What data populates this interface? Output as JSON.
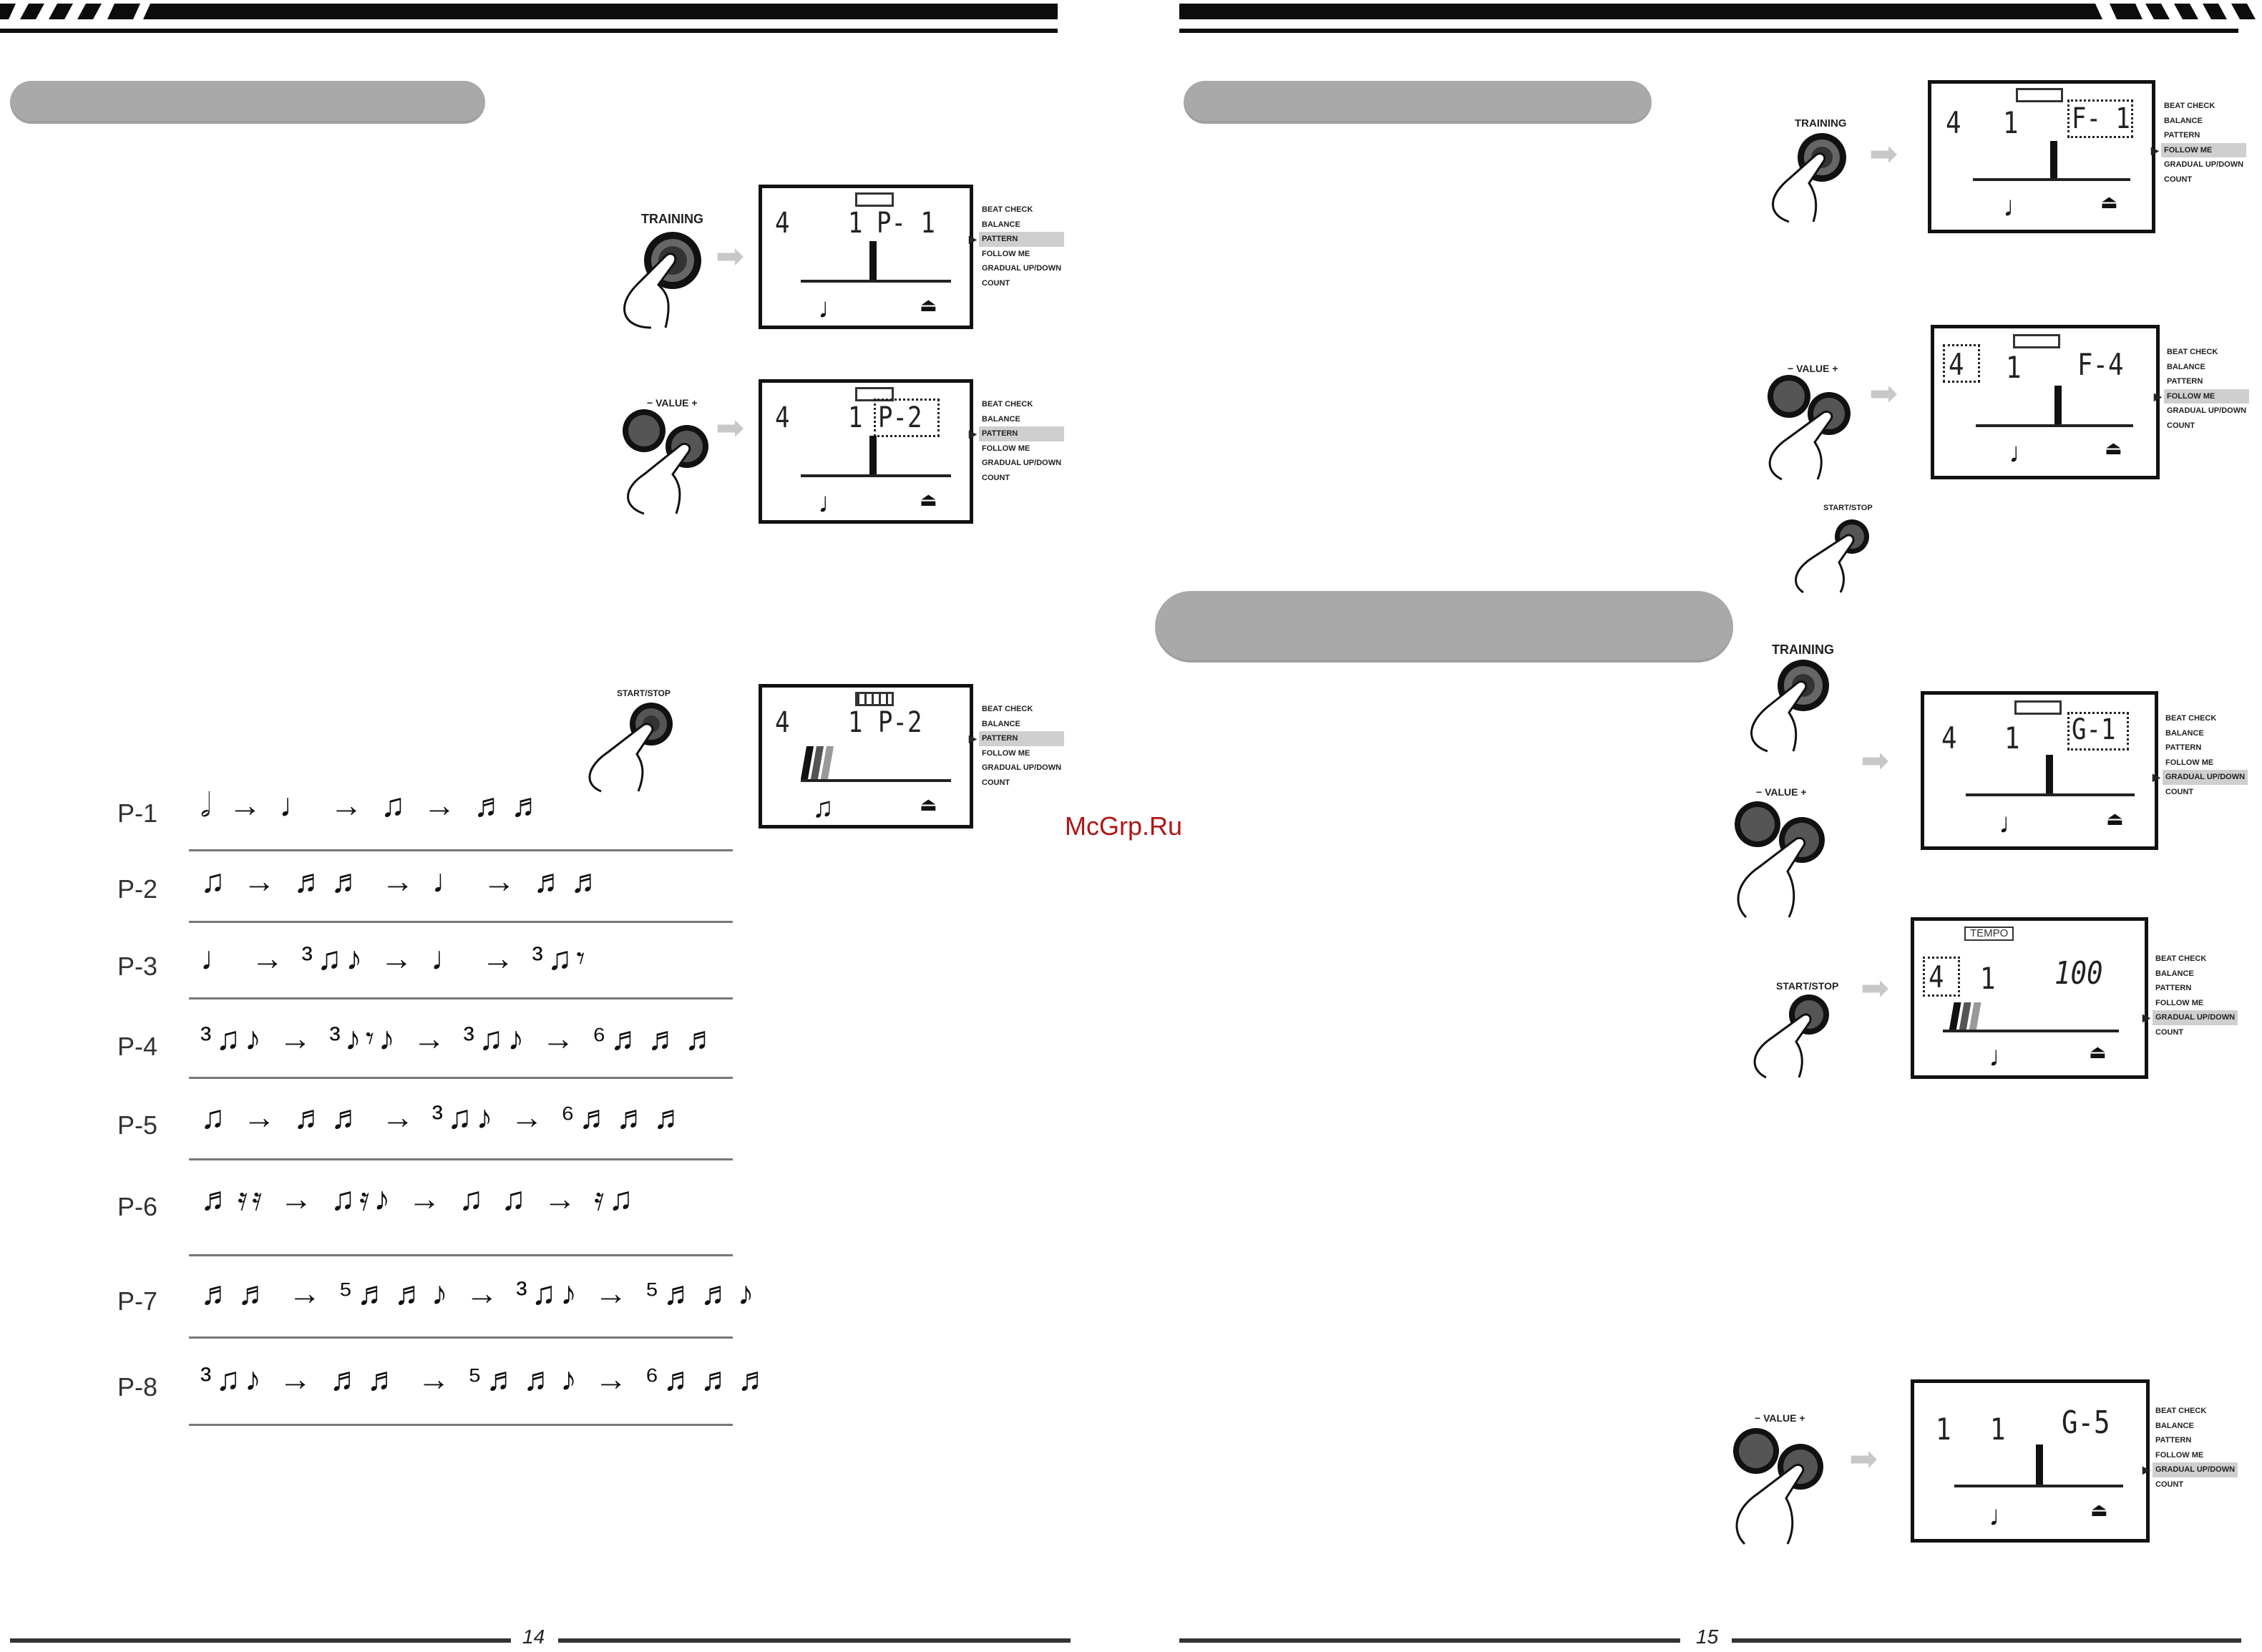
{
  "watermark": "McGrp.Ru",
  "pages": {
    "left_number": "14",
    "right_number": "15"
  },
  "menu_items": [
    "BEAT CHECK",
    "BALANCE",
    "PATTERN",
    "FOLLOW ME",
    "GRADUAL UP/DOWN",
    "COUNT"
  ],
  "buttons": {
    "training": "TRAINING",
    "value": "− VALUE +",
    "start_stop": "START/STOP"
  },
  "left_displays": [
    {
      "meter": "4",
      "beat": "1",
      "value": "P- 1",
      "selected_menu": "PATTERN"
    },
    {
      "meter": "4",
      "beat": "1",
      "value": "P-2",
      "selected_menu": "PATTERN"
    },
    {
      "meter": "4",
      "beat": "1",
      "value": "P-2",
      "selected_menu": "PATTERN"
    }
  ],
  "right_displays": [
    {
      "meter": "4",
      "beat": "1",
      "value": "F- 1",
      "selected_menu": "FOLLOW ME"
    },
    {
      "meter": "4",
      "beat": "1",
      "value": "F-4",
      "selected_menu": "FOLLOW ME"
    },
    {
      "meter": "4",
      "beat": "1",
      "value": "G-1",
      "selected_menu": "GRADUAL UP/DOWN"
    },
    {
      "meter": "4",
      "beat": "1",
      "value": "100",
      "tempo_label": "TEMPO",
      "selected_menu": "GRADUAL UP/DOWN"
    },
    {
      "meter": "1",
      "beat": "1",
      "value": "G-5",
      "selected_menu": "GRADUAL UP/DOWN"
    }
  ],
  "patterns": [
    {
      "label": "P-1",
      "notes": "𝅗𝅥  →  ♩  →  ♫  →  ♬♬"
    },
    {
      "label": "P-2",
      "notes": "♫  →  ♬♬  →  ♩  →  ♬♬"
    },
    {
      "label": "P-3",
      "notes": "♩  →  ³♫♪  →  ♩  →  ³♫𝄾"
    },
    {
      "label": "P-4",
      "notes": "³♫♪  →  ³♪𝄾♪  →  ³♫♪  →  ⁶♬♬♬"
    },
    {
      "label": "P-5",
      "notes": "♫  →  ♬♬  →  ³♫♪  →  ⁶♬♬♬"
    },
    {
      "label": "P-6",
      "notes": "♬𝄿𝄿  →  ♫𝄿♪  →  ♫ ♫  →  𝄿♫"
    },
    {
      "label": "P-7",
      "notes": "♬♬  →  ⁵♬♬♪  →  ³♫♪  →  ⁵♬♬♪"
    },
    {
      "label": "P-8",
      "notes": "³♫♪  →  ♬♬  →  ⁵♬♬♪  →  ⁶♬♬♬"
    }
  ]
}
